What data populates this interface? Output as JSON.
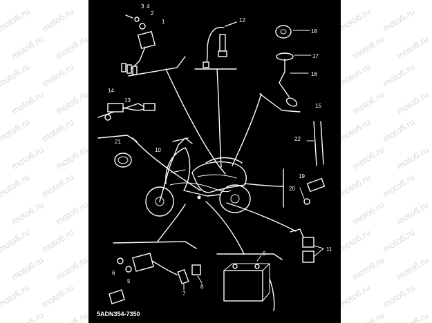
{
  "watermark": "moto6.ru",
  "diagram_code": "5ADN354-7350",
  "colors": {
    "panel": "#000000",
    "ink": "#ffffff",
    "margin": "#ffffff",
    "watermark": "#d9d9d9"
  },
  "callouts": [
    "1",
    "2",
    "3",
    "4",
    "5",
    "6",
    "7",
    "8",
    "9",
    "10",
    "11",
    "12",
    "13",
    "14",
    "15",
    "16",
    "17",
    "18",
    "19",
    "20",
    "21",
    "22"
  ]
}
